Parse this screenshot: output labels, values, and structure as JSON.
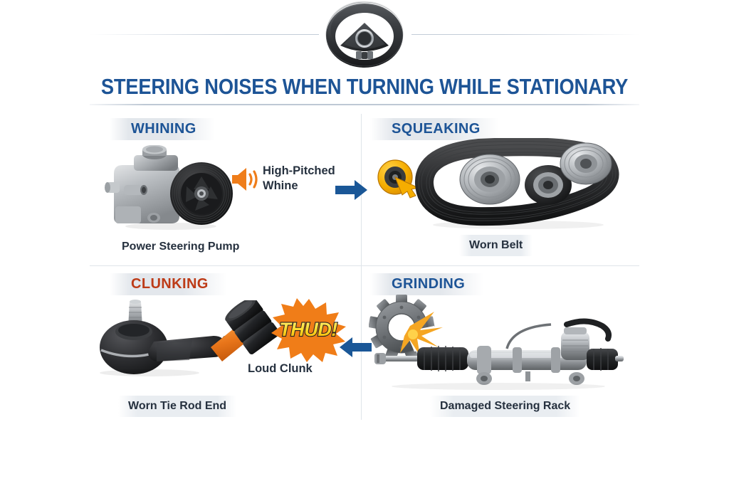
{
  "header": {
    "icon": "steering-wheel-icon",
    "title_main": "STEERING NOISES WHEN TURNING WHILE ",
    "title_tail": "STATIONARY",
    "title_full": "STEERING NOISES WHEN TURNING WHILE STATIONARY"
  },
  "colors": {
    "title_blue": "#1d5496",
    "heading_blue": "#1d5496",
    "heading_orange": "#bd3b17",
    "arrow_blue": "#1a5797",
    "caption_navy": "#26313f",
    "band_gray": "#e3e7ec",
    "divider_gray": "#dfe4ea",
    "speaker_orange": "#ef7d1a",
    "burst_orange": "#f07d18",
    "thud_yellow": "#ffe03a",
    "squeak_yellow": "#f5b400",
    "spark_orange": "#f5a623",
    "metal_gray": "#a8adb2",
    "belt_black": "#2b2b2d"
  },
  "quadrants": [
    {
      "id": "whining",
      "heading": "WHINING",
      "heading_color": "blue",
      "part_icon": "power-steering-pump-icon",
      "caption": "Power Steering Pump",
      "caption_style": "plain",
      "noise_icon": "speaker-sound-icon",
      "noise_label_line1": "High-Pitched",
      "noise_label_line2": "Whine",
      "arrow": {
        "name": "arrow-right-icon",
        "direction": "right"
      }
    },
    {
      "id": "squeaking",
      "heading": "SQUEAKING",
      "heading_color": "blue",
      "part_icon": "serpentine-belt-icon",
      "caption": "Worn Belt",
      "caption_style": "chip",
      "noise_icon": "squeak-pulley-icon",
      "noise_label_line1": "",
      "noise_label_line2": "",
      "arrow": null
    },
    {
      "id": "clunking",
      "heading": "CLUNKING",
      "heading_color": "orange",
      "part_icon": "tie-rod-end-icon",
      "caption": "Worn Tie Rod End",
      "caption_style": "chip",
      "noise_icon": "hammer-icon",
      "burst_text": "THUD!",
      "noise_label_line1": "Loud Clunk",
      "noise_label_line2": "",
      "arrow": {
        "name": "arrow-left-icon",
        "direction": "left"
      }
    },
    {
      "id": "grinding",
      "heading": "GRINDING",
      "heading_color": "blue",
      "part_icon": "steering-rack-icon",
      "caption": "Damaged Steering Rack",
      "caption_style": "chip",
      "noise_icon": "broken-gear-spark-icon",
      "noise_label_line1": "",
      "noise_label_line2": "",
      "arrow": null
    }
  ]
}
